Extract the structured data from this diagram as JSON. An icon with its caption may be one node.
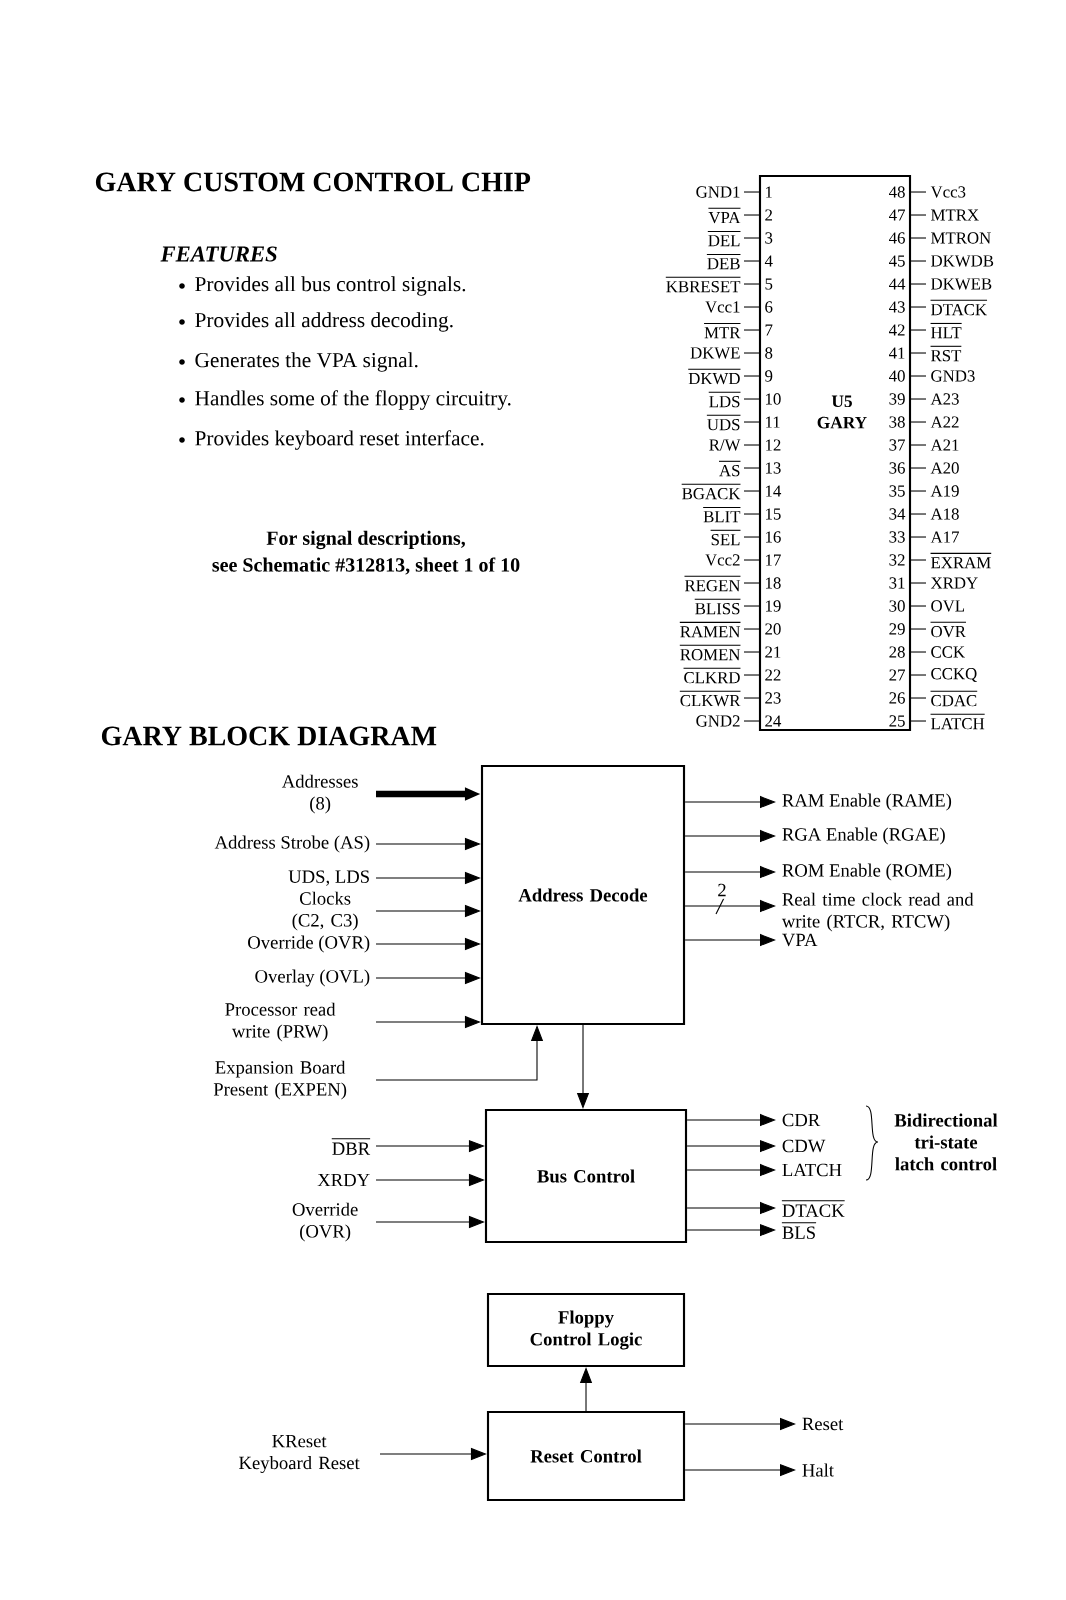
{
  "diagram": {
    "title": "GARY CUSTOM CONTROL CHIP",
    "nodes": [
      {
        "text": [
          "U5",
          "GARY"
        ]
      },
      {
        "text": [
          "Address Decode"
        ]
      },
      {
        "text": [
          "Addresses (8)"
        ]
      },
      {
        "text": [
          "Address Strobe (AS)"
        ]
      },
      {
        "text": [
          "UDS, LDS"
        ]
      },
      {
        "text": [
          "Clocks (C2, C3)"
        ]
      },
      {
        "text": [
          "Override (OVR)"
        ]
      },
      {
        "text": [
          "Overlay (OVL)"
        ]
      },
      {
        "text": [
          "Processor read write (PRW)"
        ]
      },
      {
        "text": [
          "Expansion Board Present (EXPEN)"
        ]
      },
      {
        "text": [
          "RAM Enable (RAME)"
        ]
      },
      {
        "text": [
          "RGA Enable (RGAE)"
        ]
      },
      {
        "text": [
          "ROM Enable (ROME)"
        ]
      },
      {
        "text": [
          "Real time clock read and write (RTCR, RTCW)"
        ]
      },
      {
        "text": [
          "VPA"
        ]
      },
      {
        "text": [
          "Bus Control"
        ]
      },
      {
        "text": [
          "DBR"
        ]
      },
      {
        "text": [
          "XRDY"
        ]
      },
      {
        "text": [
          "Override (OVR)"
        ]
      },
      {
        "text": [
          "CDR"
        ]
      },
      {
        "text": [
          "CDW"
        ]
      },
      {
        "text": [
          "LATCH"
        ]
      },
      {
        "text": [
          "DTACK"
        ]
      },
      {
        "text": [
          "BLS"
        ]
      },
      {
        "text": [
          "Floppy Control Logic"
        ]
      },
      {
        "text": [
          "Reset Control"
        ]
      },
      {
        "text": [
          "KReset Keyboard Reset"
        ]
      },
      {
        "text": [
          "Reset"
        ]
      },
      {
        "text": [
          "Halt"
        ]
      }
    ],
    "edges": [
      {
        "from": 2,
        "to": 1,
        "arrow": "to",
        "style": "thick"
      },
      {
        "from": 3,
        "to": 1,
        "arrow": "to"
      },
      {
        "from": 4,
        "to": 1,
        "arrow": "to"
      },
      {
        "from": 5,
        "to": 1,
        "arrow": "to"
      },
      {
        "from": 6,
        "to": 1,
        "arrow": "to"
      },
      {
        "from": 7,
        "to": 1,
        "arrow": "to"
      },
      {
        "from": 8,
        "to": 1,
        "arrow": "to"
      },
      {
        "from": 9,
        "to": 1,
        "arrow": "to"
      },
      {
        "from": 1,
        "to": 10,
        "arrow": "to"
      },
      {
        "from": 1,
        "to": 11,
        "arrow": "to"
      },
      {
        "from": 1,
        "to": 12,
        "arrow": "to"
      },
      {
        "from": 1,
        "to": 13,
        "arrow": "to",
        "label": "2"
      },
      {
        "from": 1,
        "to": 14,
        "arrow": "to"
      },
      {
        "from": 1,
        "to": 15,
        "arrow": "to"
      },
      {
        "from": 16,
        "to": 15,
        "arrow": "to"
      },
      {
        "from": 17,
        "to": 15,
        "arrow": "to"
      },
      {
        "from": 18,
        "to": 15,
        "arrow": "to"
      },
      {
        "from": 15,
        "to": 19,
        "arrow": "to"
      },
      {
        "from": 15,
        "to": 20,
        "arrow": "to"
      },
      {
        "from": 15,
        "to": 21,
        "arrow": "to"
      },
      {
        "from": 15,
        "to": 22,
        "arrow": "to"
      },
      {
        "from": 15,
        "to": 23,
        "arrow": "to"
      },
      {
        "from": 25,
        "to": 24,
        "arrow": "to"
      },
      {
        "from": 26,
        "to": 25,
        "arrow": "to"
      },
      {
        "from": 25,
        "to": 27,
        "arrow": "to"
      },
      {
        "from": 25,
        "to": 28,
        "arrow": "to"
      }
    ],
    "labels": [
      "FEATURES",
      "Provides all bus control signals.",
      "Provides all address decoding.",
      "Generates the VPA signal.",
      "Handles some of the floppy circuitry.",
      "Provides keyboard reset interface.",
      "For signal descriptions,",
      "see Schematic #312813, sheet 1 of 10",
      "GND1",
      "1",
      "48",
      "Vcc3",
      "VPA",
      "2",
      "47",
      "MTRX",
      "DEL",
      "3",
      "46",
      "MTRON",
      "DEB",
      "4",
      "45",
      "DKWDB",
      "KBRESET",
      "5",
      "44",
      "DKWEB",
      "Vcc1",
      "6",
      "43",
      "DTACK",
      "MTR",
      "7",
      "42",
      "HLT",
      "DKWE",
      "8",
      "41",
      "RST",
      "DKWD",
      "9",
      "40",
      "GND3",
      "LDS",
      "10",
      "39",
      "A23",
      "UDS",
      "11",
      "38",
      "A22",
      "R/W",
      "12",
      "37",
      "A21",
      "AS",
      "13",
      "36",
      "A20",
      "BGACK",
      "14",
      "35",
      "A19",
      "BLIT",
      "15",
      "34",
      "A18",
      "SEL",
      "16",
      "33",
      "A17",
      "Vcc2",
      "17",
      "32",
      "EXRAM",
      "REGEN",
      "18",
      "31",
      "XRDY",
      "BLISS",
      "19",
      "30",
      "OVL",
      "RAMEN",
      "20",
      "29",
      "OVR",
      "ROMEN",
      "21",
      "28",
      "CCK",
      "CLKRD",
      "22",
      "27",
      "CCKQ",
      "CLKWR",
      "23",
      "26",
      "CDAC",
      "GND2",
      "24",
      "25",
      "LATCH",
      "GARY BLOCK DIAGRAM",
      "Bidirectional tri-state latch control"
    ]
  }
}
